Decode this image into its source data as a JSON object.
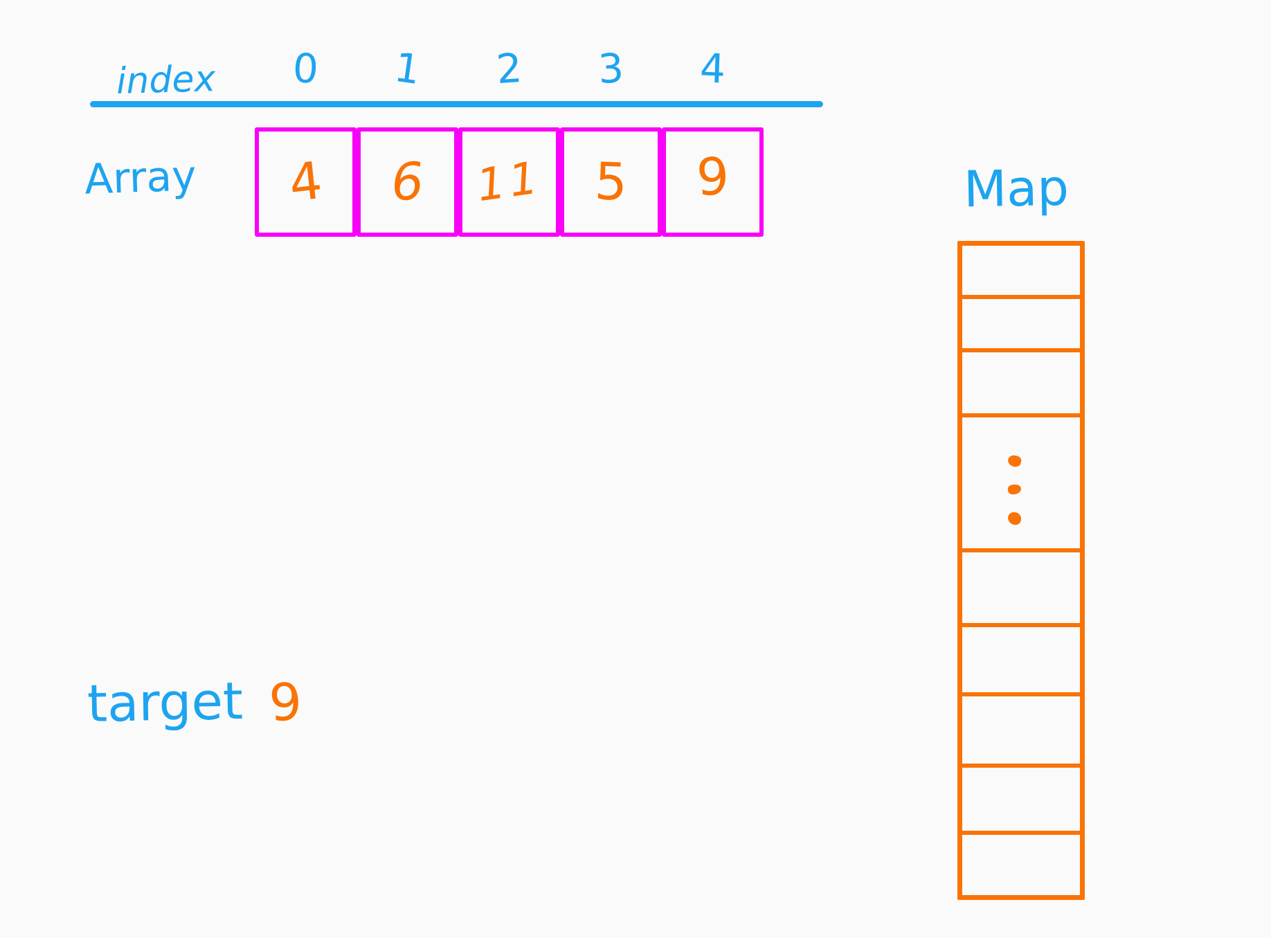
{
  "colors": {
    "blue": "#1da4f0",
    "orange": "#f97306",
    "magenta": "#f900f9",
    "background": "#fafafa"
  },
  "index_row": {
    "label": "index",
    "values": [
      "0",
      "1",
      "2",
      "3",
      "4"
    ]
  },
  "array": {
    "label": "Array",
    "values": [
      "4",
      "6",
      "11",
      "5",
      "9"
    ]
  },
  "map": {
    "label": "Map",
    "row_count": 9,
    "ellipsis_row": 4
  },
  "target": {
    "label": "target",
    "value": "9"
  }
}
